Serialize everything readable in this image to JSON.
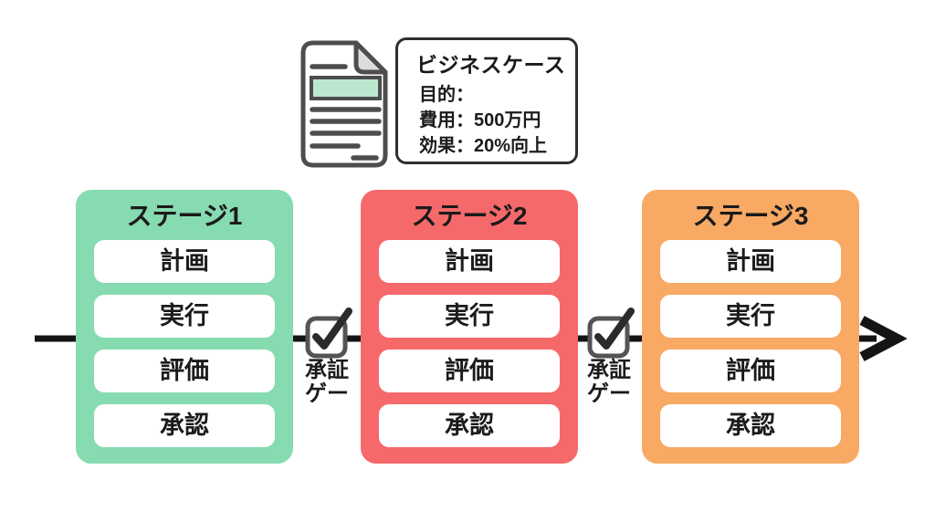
{
  "diagram": {
    "business_case": {
      "title": "ビジネスケース",
      "fields": [
        "目的：",
        "費用：500万円",
        "効果：20%向上"
      ]
    },
    "stages": [
      {
        "title": "ステージ1",
        "color": "#87DBB0",
        "steps": [
          "計画",
          "実行",
          "評価",
          "承認"
        ]
      },
      {
        "title": "ステージ2",
        "color": "#F6696B",
        "steps": [
          "計画",
          "実行",
          "評価",
          "承認"
        ]
      },
      {
        "title": "ステージ3",
        "color": "#F8A963",
        "steps": [
          "計画",
          "実行",
          "評価",
          "承認"
        ]
      }
    ],
    "gates": [
      {
        "line1": "承証",
        "line2": "ゲー"
      },
      {
        "line1": "承証",
        "line2": "ゲー"
      }
    ],
    "icons": {
      "document": "document-icon",
      "gate": "checkbox-check-icon",
      "arrow": "flow-arrow-right-icon"
    },
    "colors": {
      "background": "#FFFFFF",
      "text": "#1B1B1B",
      "flow_line": "#141414",
      "card_border": "#2E2E2E",
      "icon_stroke": "#4D4D4D",
      "doc_fold": "#DCDCDC",
      "doc_highlight": "#BCE7CE",
      "step_bg": "#FFFFFF",
      "gate_box_stroke": "#545454",
      "gate_check": "#2B2B2B"
    }
  }
}
